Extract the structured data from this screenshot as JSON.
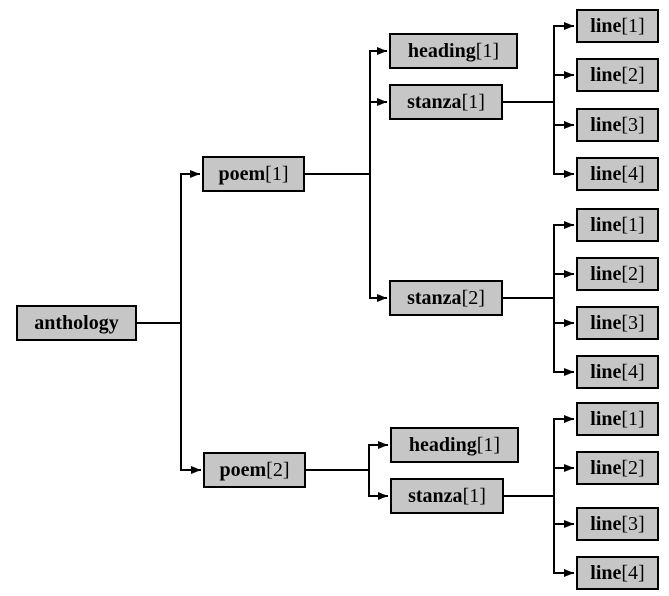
{
  "colors": {
    "background": "#ffffff",
    "node_fill": "#c6c6c6",
    "node_border": "#000000",
    "edge": "#000000",
    "text": "#000000"
  },
  "tree": {
    "root": {
      "label": "anthology",
      "index": ""
    },
    "poems": [
      {
        "label": "poem",
        "index": "[1]",
        "heading": {
          "label": "heading",
          "index": "[1]"
        },
        "stanzas": [
          {
            "label": "stanza",
            "index": "[1]",
            "lines": [
              {
                "label": "line",
                "index": "[1]"
              },
              {
                "label": "line",
                "index": "[2]"
              },
              {
                "label": "line",
                "index": "[3]"
              },
              {
                "label": "line",
                "index": "[4]"
              }
            ]
          },
          {
            "label": "stanza",
            "index": "[2]",
            "lines": [
              {
                "label": "line",
                "index": "[1]"
              },
              {
                "label": "line",
                "index": "[2]"
              },
              {
                "label": "line",
                "index": "[3]"
              },
              {
                "label": "line",
                "index": "[4]"
              }
            ]
          }
        ]
      },
      {
        "label": "poem",
        "index": "[2]",
        "heading": {
          "label": "heading",
          "index": "[1]"
        },
        "stanzas": [
          {
            "label": "stanza",
            "index": "[1]",
            "lines": [
              {
                "label": "line",
                "index": "[1]"
              },
              {
                "label": "line",
                "index": "[2]"
              },
              {
                "label": "line",
                "index": "[3]"
              },
              {
                "label": "line",
                "index": "[4]"
              }
            ]
          }
        ]
      }
    ]
  }
}
